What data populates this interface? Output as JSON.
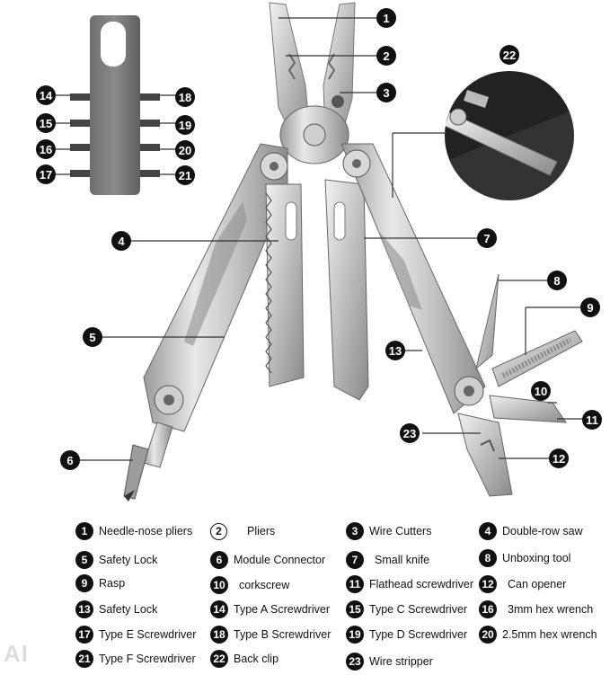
{
  "image": {
    "kind": "product-diagram",
    "subject": "multitool",
    "watermark_text": "AI"
  },
  "callouts": [
    "1",
    "2",
    "3",
    "4",
    "5",
    "6",
    "7",
    "8",
    "9",
    "10",
    "11",
    "12",
    "13",
    "14",
    "15",
    "16",
    "17",
    "18",
    "19",
    "20",
    "21",
    "22",
    "23"
  ],
  "legend": [
    {
      "num": "1",
      "label": "Needle-nose pliers"
    },
    {
      "num": "2",
      "label": "Pliers"
    },
    {
      "num": "3",
      "label": "Wire Cutters"
    },
    {
      "num": "4",
      "label": "Double-row saw"
    },
    {
      "num": "5",
      "label": "Safety Lock"
    },
    {
      "num": "6",
      "label": "Module Connector"
    },
    {
      "num": "7",
      "label": "Small knife"
    },
    {
      "num": "8",
      "label": "Unboxing tool"
    },
    {
      "num": "9",
      "label": "Rasp"
    },
    {
      "num": "10",
      "label": "corkscrew"
    },
    {
      "num": "11",
      "label": "Flathead screwdriver"
    },
    {
      "num": "12",
      "label": "Can opener"
    },
    {
      "num": "13",
      "label": "Safety Lock"
    },
    {
      "num": "14",
      "label": "Type A Screwdriver"
    },
    {
      "num": "15",
      "label": "Type C Screwdriver"
    },
    {
      "num": "16",
      "label": "3mm hex wrench"
    },
    {
      "num": "17",
      "label": "Type E Screwdriver"
    },
    {
      "num": "18",
      "label": "Type B Screwdriver"
    },
    {
      "num": "19",
      "label": "Type D Screwdriver"
    },
    {
      "num": "20",
      "label": "2.5mm hex wrench"
    },
    {
      "num": "21",
      "label": "Type F Screwdriver"
    },
    {
      "num": "22",
      "label": "Back clip"
    },
    {
      "num": "23",
      "label": "Wire stripper"
    }
  ]
}
